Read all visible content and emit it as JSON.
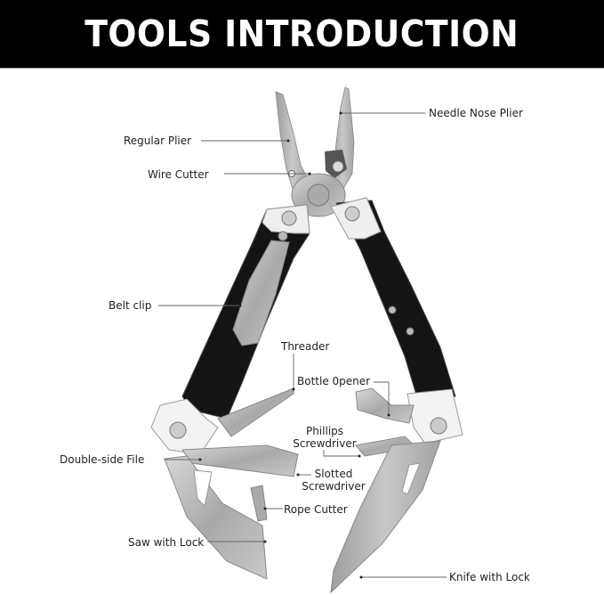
{
  "header": {
    "title": "TOOLS INTRODUCTION"
  },
  "colors": {
    "header_bg": "#000000",
    "header_text": "#ffffff",
    "steel": "#b9b9b9",
    "handle_black": "#111111",
    "handle_white": "#f3f3f3",
    "leader_line": "#555555"
  },
  "labels": {
    "needle_nose_plier": "Needle Nose Plier",
    "regular_plier": "Regular Plier",
    "wire_cutter": "Wire Cutter",
    "belt_clip": "Belt clip",
    "threader": "Threader",
    "bottle_opener": "Bottle 0pener",
    "phillips_line1": "Phillips",
    "phillips_line2": "Screwdriver",
    "double_side_file": "Double-side File",
    "slotted_line1": "Slotted",
    "slotted_line2": "Screwdriver",
    "rope_cutter": "Rope Cutter",
    "saw_with_lock": "Saw with Lock",
    "knife_with_lock": "Knife with Lock"
  }
}
